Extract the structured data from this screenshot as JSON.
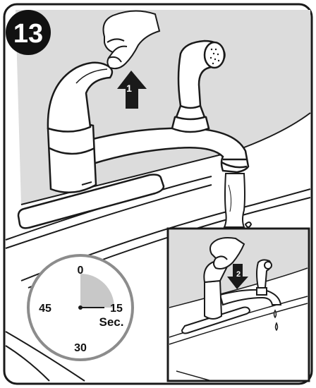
{
  "step": {
    "number": "13"
  },
  "arrows": {
    "lift_label": "1",
    "push_label": "2"
  },
  "timer": {
    "mark_top": "0",
    "mark_right": "15",
    "mark_bottom": "30",
    "mark_left": "45",
    "unit": "Sec.",
    "elapsed_fraction": 0.25
  },
  "colors": {
    "outline": "#1a1a1a",
    "wall_shade": "#dcdcdc",
    "timer_ring": "#8c8c8c",
    "timer_wedge": "#c8c8c8",
    "badge": "#111111"
  },
  "icons": {
    "hand": "hand-icon",
    "faucet": "faucet-icon",
    "sprayer": "sprayer-icon",
    "arrow_up": "arrow-up-icon",
    "arrow_down": "arrow-down-icon",
    "water": "water-stream-icon",
    "timer": "stopwatch-icon"
  }
}
